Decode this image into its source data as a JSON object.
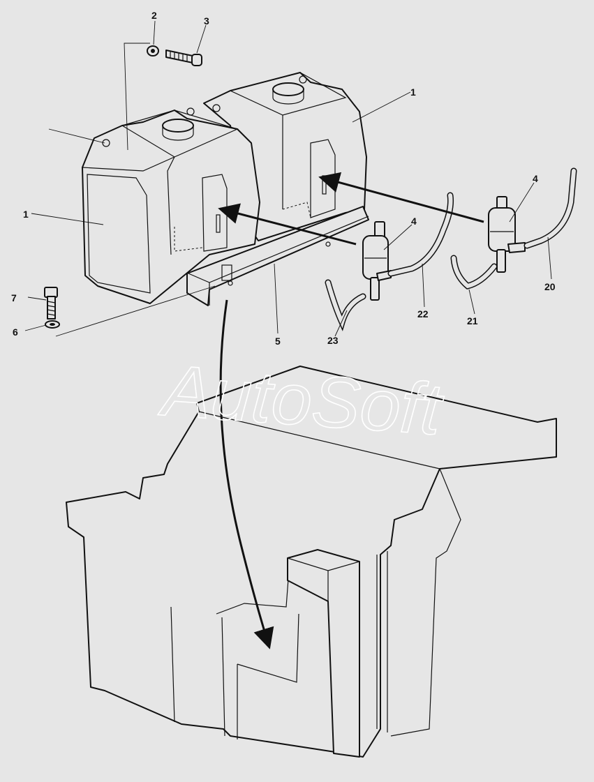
{
  "watermark": "AutoSoft",
  "callouts": [
    {
      "id": "c1a",
      "label": "1"
    },
    {
      "id": "c1b",
      "label": "1"
    },
    {
      "id": "c2",
      "label": "2"
    },
    {
      "id": "c3",
      "label": "3"
    },
    {
      "id": "c4a",
      "label": "4"
    },
    {
      "id": "c4b",
      "label": "4"
    },
    {
      "id": "c5",
      "label": "5"
    },
    {
      "id": "c6",
      "label": "6"
    },
    {
      "id": "c7",
      "label": "7"
    },
    {
      "id": "c20",
      "label": "20"
    },
    {
      "id": "c21",
      "label": "21"
    },
    {
      "id": "c22",
      "label": "22"
    },
    {
      "id": "c23",
      "label": "23"
    }
  ]
}
